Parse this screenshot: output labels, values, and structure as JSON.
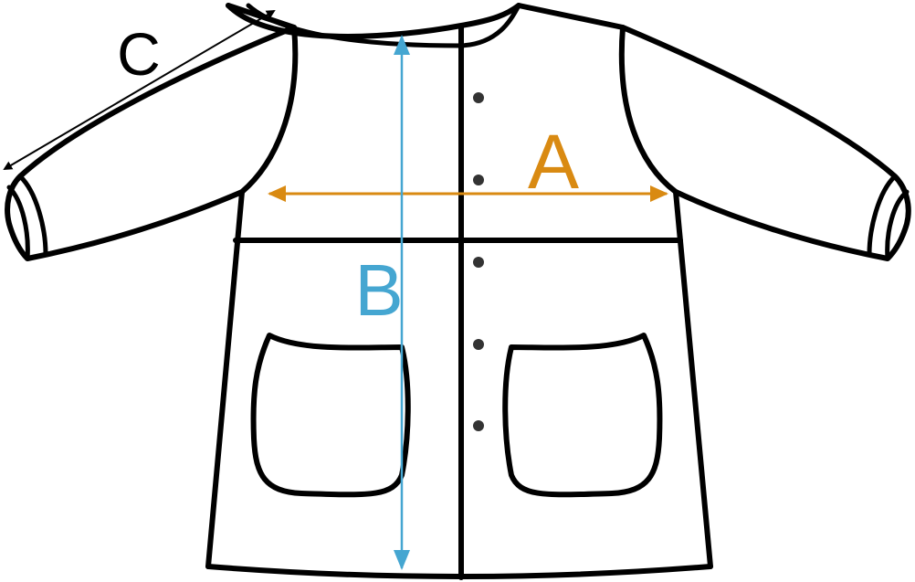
{
  "diagram": {
    "subject": "smock",
    "labels": {
      "chest_width": "A",
      "body_length": "B",
      "sleeve_length": "C"
    },
    "colors": {
      "outline": "#000000",
      "chest_width": "#D98A12",
      "body_length": "#45A6D1",
      "sleeve_length": "#000000",
      "buttons": "#333333"
    },
    "button_count": 5
  }
}
